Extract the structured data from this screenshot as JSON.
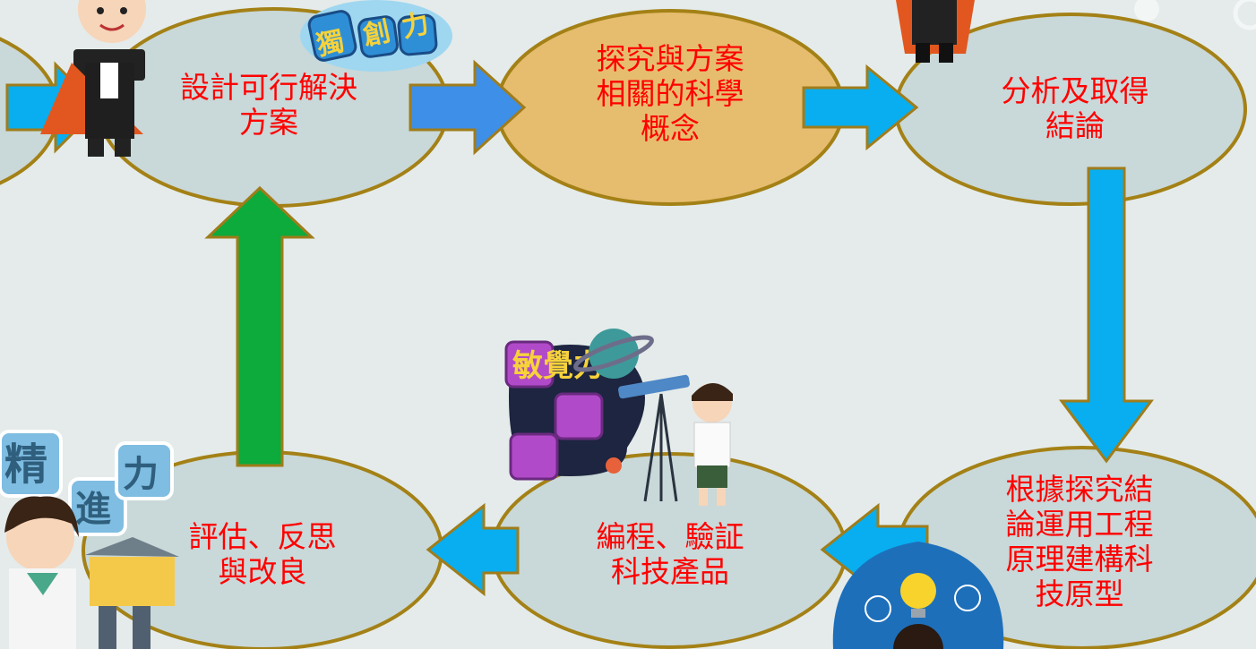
{
  "colors": {
    "background": "#e4ebea",
    "node_fill": "#c9d8d8",
    "node_highlight_fill": "#e6bd6e",
    "node_border": "#a48116",
    "text": "#ff0000",
    "arrow_blue": "#08aeef",
    "arrow_blue_dark": "#3d8fe8",
    "arrow_green": "#0daa3c",
    "arrow_border": "#a07c1a"
  },
  "nodes": {
    "design": {
      "text": "設計可行解決\n方案"
    },
    "inquiry": {
      "text": "探究與方案\n相關的科學\n概念"
    },
    "analyze": {
      "text": "分析及取得\n結論"
    },
    "build": {
      "text": "根據探究結\n論運用工程\n原理建構科\n技原型"
    },
    "program": {
      "text": "編程、驗証\n科技產品"
    },
    "evaluate": {
      "text": "評估、反思\n與改良"
    }
  },
  "badges": {
    "creativity": "獨創力",
    "sensitivity": "敏覺力",
    "elaboration": [
      "精",
      "進",
      "力"
    ]
  },
  "icons": [
    "magician-character",
    "superhero-character",
    "telescope-boy-character",
    "girl-character",
    "lightbulb-boy-character",
    "planet-icon"
  ]
}
